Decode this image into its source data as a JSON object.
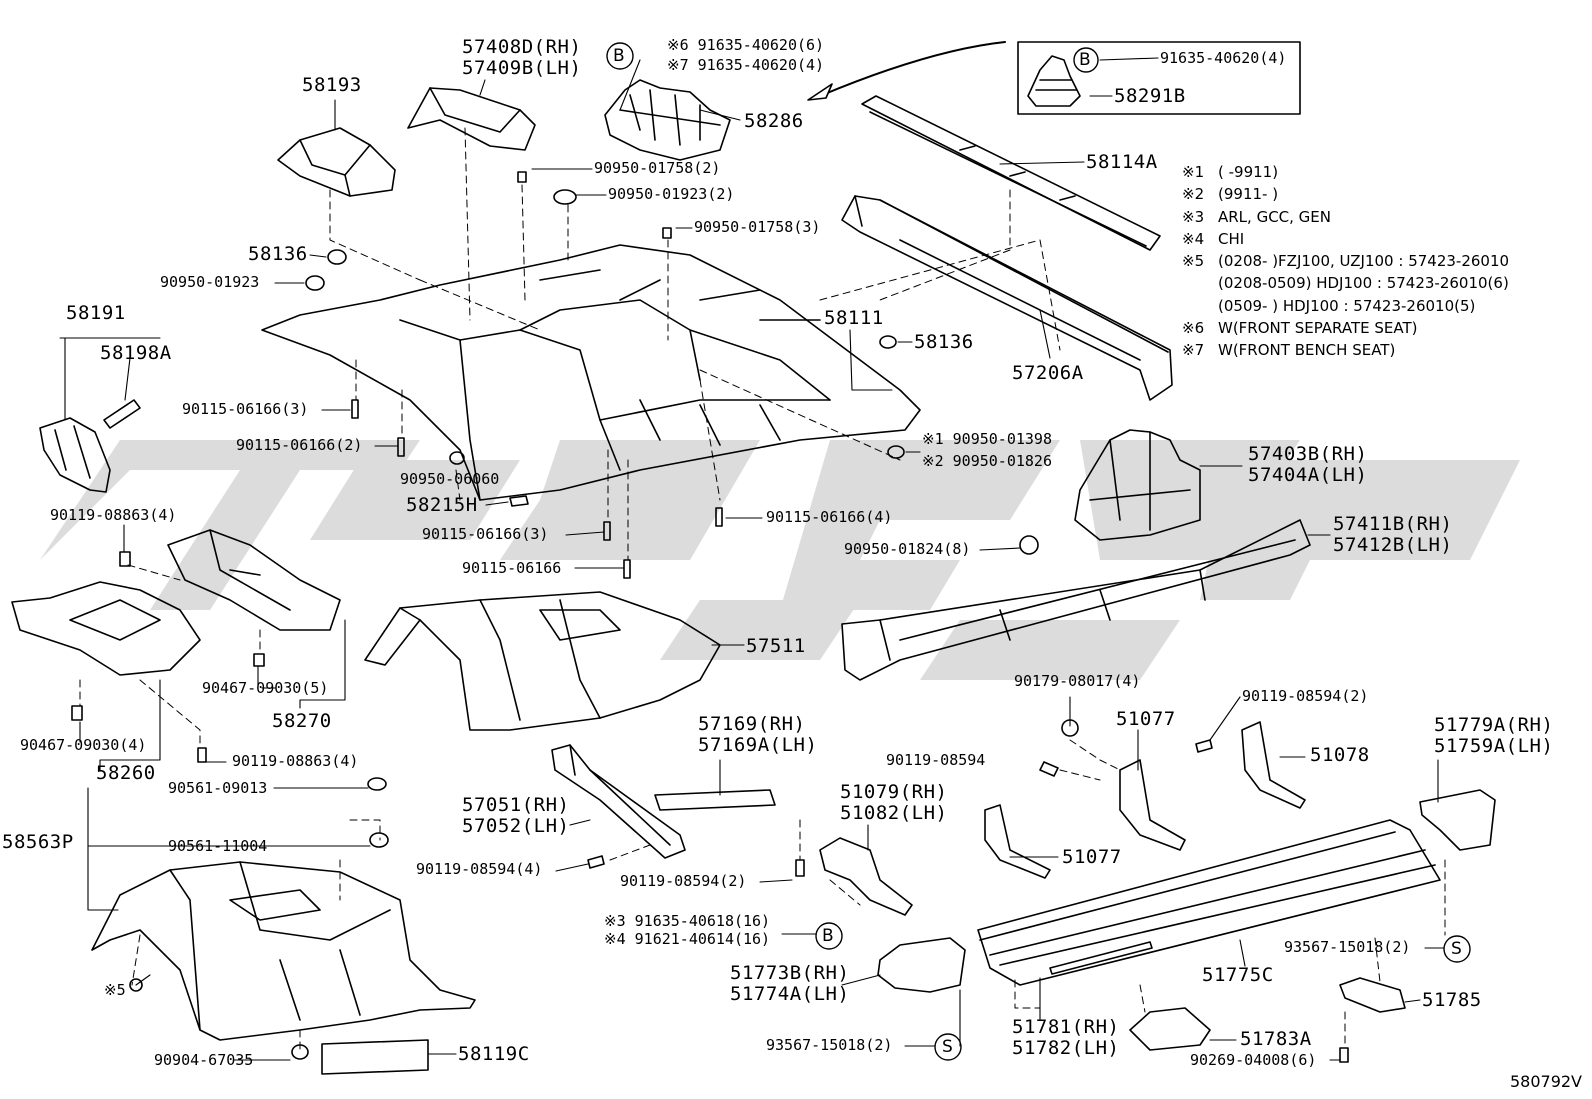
{
  "diagram_ref": "580792V",
  "brand_watermark": {
    "letters": "toyota",
    "color": "#d4d4d4"
  },
  "colors": {
    "line": "#000000",
    "background": "#ffffff"
  },
  "callout_markers": {
    "B": "B",
    "S": "S"
  },
  "parts": {
    "p58193": "58193",
    "p57408d": "57408D(RH)",
    "p57409b": "57409B(LH)",
    "p_b_6": "※6 91635-40620(6)",
    "p_b_7": "※7 91635-40620(4)",
    "p58286": "58286",
    "p91635_4": "91635-40620(4)",
    "p58291b": "58291B",
    "p90950_01758_2": "90950-01758(2)",
    "p90950_01923_2": "90950-01923(2)",
    "p58114a": "58114A",
    "p90950_01758_3": "90950-01758(3)",
    "p58136a": "58136",
    "p90950_01923": "90950-01923",
    "p58191": "58191",
    "p58198a": "58198A",
    "p58111": "58111",
    "p58136b": "58136",
    "p57206a": "57206A",
    "p90115_3a": "90115-06166(3)",
    "p90115_2": "90115-06166(2)",
    "p90950_01398": "※1 90950-01398",
    "p90950_01826": "※2 90950-01826",
    "p90950_06060": "90950-06060",
    "p57403b": "57403B(RH)",
    "p57404a": "57404A(LH)",
    "p58215h": "58215H",
    "p90119_08863_4a": "90119-08863(4)",
    "p90115_4": "90115-06166(4)",
    "p90115_3b": "90115-06166(3)",
    "p57411b": "57411B(RH)",
    "p57412b": "57412B(LH)",
    "p90950_01824": "90950-01824(8)",
    "p90115_06166": "90115-06166",
    "p57511": "57511",
    "p90467_5": "90467-09030(5)",
    "p58270": "58270",
    "p90179": "90179-08017(4)",
    "p51077a": "51077",
    "p90119_08594_2a": "90119-08594(2)",
    "p51078": "51078",
    "p51779a": "51779A(RH)",
    "p51759a": "51759A(LH)",
    "p90467_4": "90467-09030(4)",
    "p58260": "58260",
    "p90119_08863_4b": "90119-08863(4)",
    "p57169": "57169(RH)",
    "p57169a": "57169A(LH)",
    "p90119_08594": "90119-08594",
    "p90561_09013": "90561-09013",
    "p57051": "57051(RH)",
    "p57052": "57052(LH)",
    "p51079": "51079(RH)",
    "p51082": "51082(LH)",
    "p58563p": "58563P",
    "p90561_11004": "90561-11004",
    "p51077b": "51077",
    "p90119_08594_4": "90119-08594(4)",
    "p90119_08594_2b": "90119-08594(2)",
    "p91635_40618": "※3 91635-40618(16)",
    "p91621_40614": "※4 91621-40614(16)",
    "p93567_a": "93567-15018(2)",
    "p51775c": "51775C",
    "p51773b": "51773B(RH)",
    "p51774a": "51774A(LH)",
    "p51785": "51785",
    "p_star5": "※5",
    "p93567_b": "93567-15018(2)",
    "p51781": "51781(RH)",
    "p51782": "51782(LH)",
    "p51783a": "51783A",
    "p90904": "90904-67035",
    "p58119c": "58119C",
    "p90269": "90269-04008(6)"
  },
  "notes": [
    {
      "mark": "※1",
      "text": "(      -9911)"
    },
    {
      "mark": "※2",
      "text": "(9911-      )"
    },
    {
      "mark": "※3",
      "text": "ARL, GCC, GEN"
    },
    {
      "mark": "※4",
      "text": "CHI"
    },
    {
      "mark": "※5",
      "text": "(0208-      )FZJ100, UZJ100 : 57423-26010"
    },
    {
      "mark": "",
      "text": "(0208-0509) HDJ100 : 57423-26010(6)"
    },
    {
      "mark": "",
      "text": "(0509-      ) HDJ100 : 57423-26010(5)"
    },
    {
      "mark": "※6",
      "text": "W(FRONT SEPARATE SEAT)"
    },
    {
      "mark": "※7",
      "text": "W(FRONT BENCH SEAT)"
    }
  ]
}
